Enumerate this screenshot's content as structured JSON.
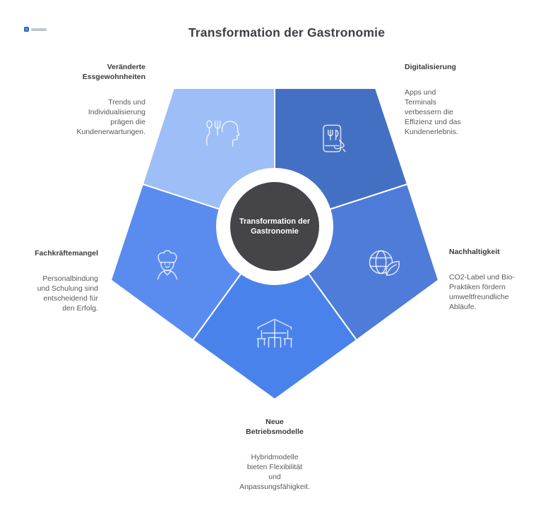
{
  "header": {
    "title": "Transformation der Gastronomie"
  },
  "center": {
    "label": "Transformation der\nGastronomie",
    "circle_color": "#454549",
    "ring_color": "#ffffff"
  },
  "theme": {
    "background": "#ffffff",
    "title_color": "#3e3e45",
    "heading_color": "#3b3b3b",
    "body_color": "#595959",
    "divider_color": "#ffffff"
  },
  "segments": [
    {
      "id": "veraenderte-essgewohnheiten",
      "title": "Veränderte\nEssgewohnheiten",
      "description": "Trends und\nIndividualisierung\nprägen die\nKundenerwartungen.",
      "color": "#9dbef7",
      "icon": "eating-habits-icon"
    },
    {
      "id": "digitalisierung",
      "title": "Digitalisierung",
      "description": "Apps und\nTerminals\nverbessern die\nEffizienz und das\nKundenerlebnis.",
      "color": "#4470c4",
      "icon": "digital-ordering-icon"
    },
    {
      "id": "nachhaltigkeit",
      "title": "Nachhaltigkeit",
      "description": "CO2-Label und Bio-\nPraktiken fördern\numweltfreundliche\nAbläufe.",
      "color": "#4f7cd9",
      "icon": "globe-leaf-icon"
    },
    {
      "id": "neue-betriebsmodelle",
      "title": "Neue\nBetriebsmodelle",
      "description": "Hybridmodelle\nbieten Flexibilität\nund\nAnpassungsfähigkeit.",
      "color": "#4a82ec",
      "icon": "terrace-table-icon"
    },
    {
      "id": "fachkraeftemangel",
      "title": "Fachkräftemangel",
      "description": "Personalbindung\nund Schulung sind\nentscheidend für\nden Erfolg.",
      "color": "#5a8cf0",
      "icon": "chef-icon"
    }
  ]
}
